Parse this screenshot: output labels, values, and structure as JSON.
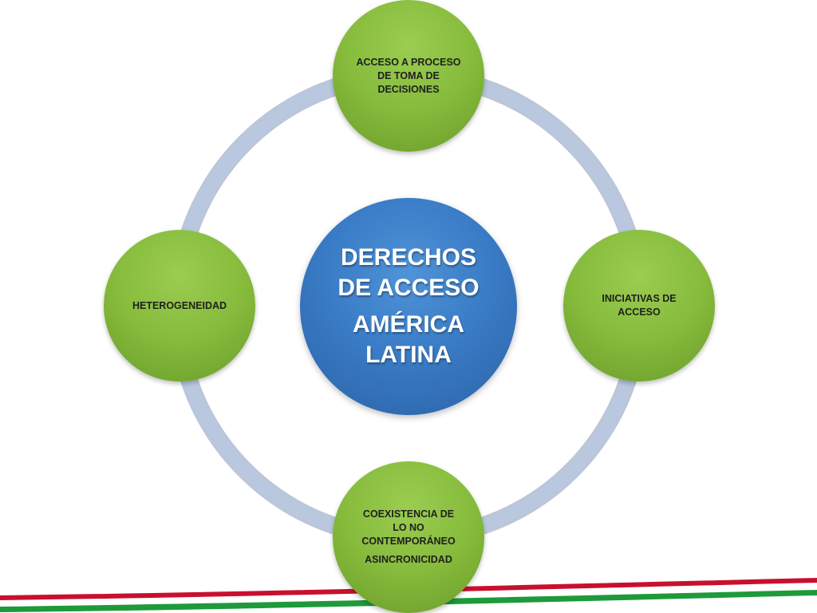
{
  "center": {
    "line1": "DERECHOS",
    "line2": "DE ACCESO",
    "line3": "AMÉRICA",
    "line4": "LATINA"
  },
  "nodes": {
    "top": {
      "lines": [
        "ACCESO A PROCESO",
        "DE TOMA DE",
        "DECISIONES"
      ]
    },
    "right": {
      "lines": [
        "INICIATIVAS DE",
        "ACCESO"
      ]
    },
    "left": {
      "lines": [
        "HETEROGENEIDAD"
      ]
    },
    "bottom": {
      "lines": [
        "COEXISTENCIA DE",
        "LO NO",
        "CONTEMPORÁNEO"
      ],
      "extra": "ASINCRONICIDAD"
    }
  },
  "colors": {
    "center": "#3a7cc6",
    "nodes": "#86bb3c",
    "ring": "#a9bad5",
    "stripe_red": "#c8102e",
    "stripe_green": "#1e9a3a"
  }
}
